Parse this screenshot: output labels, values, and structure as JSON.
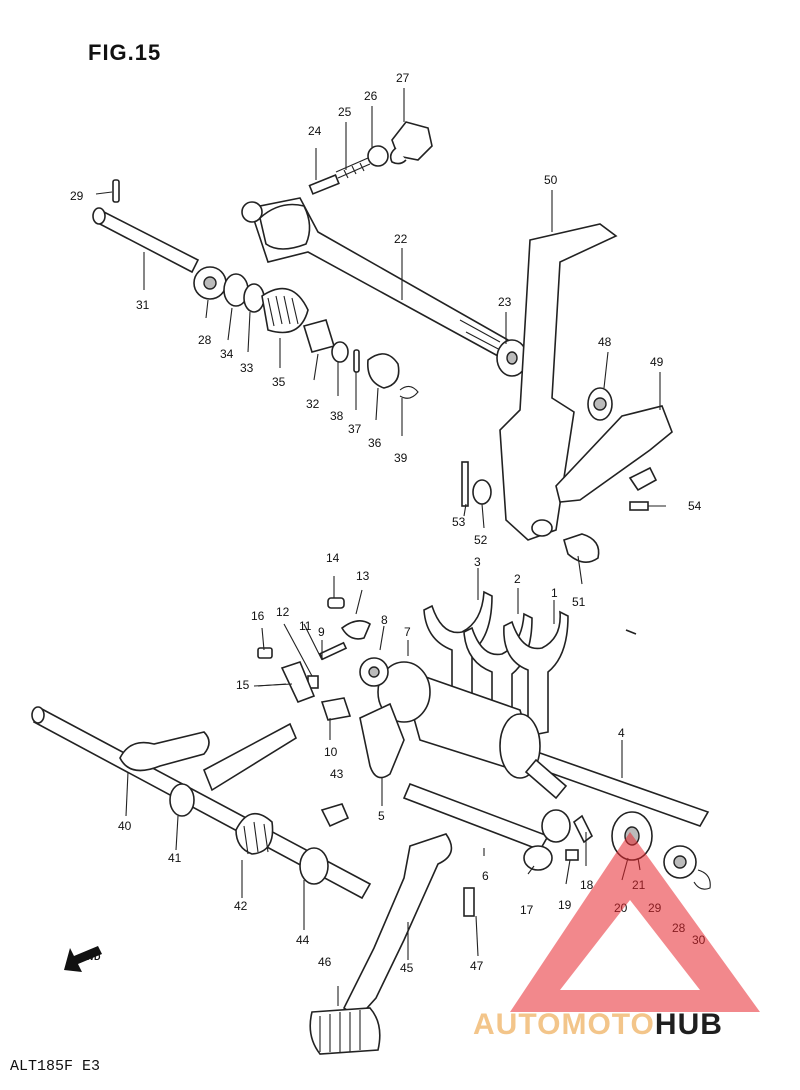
{
  "figure": {
    "title": "FIG.15",
    "footer": "ALT185F E3",
    "fwd_label": "FWD"
  },
  "parts": [
    {
      "id": "1",
      "text": "1"
    },
    {
      "id": "2",
      "text": "2"
    },
    {
      "id": "3",
      "text": "3"
    },
    {
      "id": "4",
      "text": "4"
    },
    {
      "id": "5",
      "text": "5"
    },
    {
      "id": "6",
      "text": "6"
    },
    {
      "id": "7",
      "text": "7"
    },
    {
      "id": "8",
      "text": "8"
    },
    {
      "id": "9",
      "text": "9"
    },
    {
      "id": "10",
      "text": "10"
    },
    {
      "id": "11",
      "text": "11"
    },
    {
      "id": "12",
      "text": "12"
    },
    {
      "id": "13",
      "text": "13"
    },
    {
      "id": "14",
      "text": "14"
    },
    {
      "id": "15",
      "text": "15"
    },
    {
      "id": "16",
      "text": "16"
    },
    {
      "id": "17",
      "text": "17"
    },
    {
      "id": "18",
      "text": "18"
    },
    {
      "id": "19",
      "text": "19"
    },
    {
      "id": "20",
      "text": "20"
    },
    {
      "id": "21",
      "text": "21"
    },
    {
      "id": "22",
      "text": "22"
    },
    {
      "id": "23",
      "text": "23"
    },
    {
      "id": "24",
      "text": "24"
    },
    {
      "id": "25",
      "text": "25"
    },
    {
      "id": "26",
      "text": "26"
    },
    {
      "id": "27",
      "text": "27"
    },
    {
      "id": "28a",
      "text": "28"
    },
    {
      "id": "28b",
      "text": "28"
    },
    {
      "id": "29a",
      "text": "29"
    },
    {
      "id": "29b",
      "text": "29"
    },
    {
      "id": "30",
      "text": "30"
    },
    {
      "id": "31",
      "text": "31"
    },
    {
      "id": "32",
      "text": "32"
    },
    {
      "id": "33",
      "text": "33"
    },
    {
      "id": "34",
      "text": "34"
    },
    {
      "id": "35",
      "text": "35"
    },
    {
      "id": "36",
      "text": "36"
    },
    {
      "id": "37",
      "text": "37"
    },
    {
      "id": "38",
      "text": "38"
    },
    {
      "id": "39",
      "text": "39"
    },
    {
      "id": "40",
      "text": "40"
    },
    {
      "id": "41",
      "text": "41"
    },
    {
      "id": "42",
      "text": "42"
    },
    {
      "id": "43",
      "text": "43"
    },
    {
      "id": "44",
      "text": "44"
    },
    {
      "id": "45",
      "text": "45"
    },
    {
      "id": "46",
      "text": "46"
    },
    {
      "id": "47",
      "text": "47"
    },
    {
      "id": "48",
      "text": "48"
    },
    {
      "id": "49",
      "text": "49"
    },
    {
      "id": "50",
      "text": "50"
    },
    {
      "id": "51",
      "text": "51"
    },
    {
      "id": "52",
      "text": "52"
    },
    {
      "id": "53",
      "text": "53"
    },
    {
      "id": "54",
      "text": "54"
    }
  ],
  "watermark": {
    "part1": "AUTOMOTO",
    "part2": "HUB",
    "colors": {
      "triangle": "#e8262d",
      "part1": "#f3c58a",
      "part2": "#1f1f1f"
    }
  }
}
